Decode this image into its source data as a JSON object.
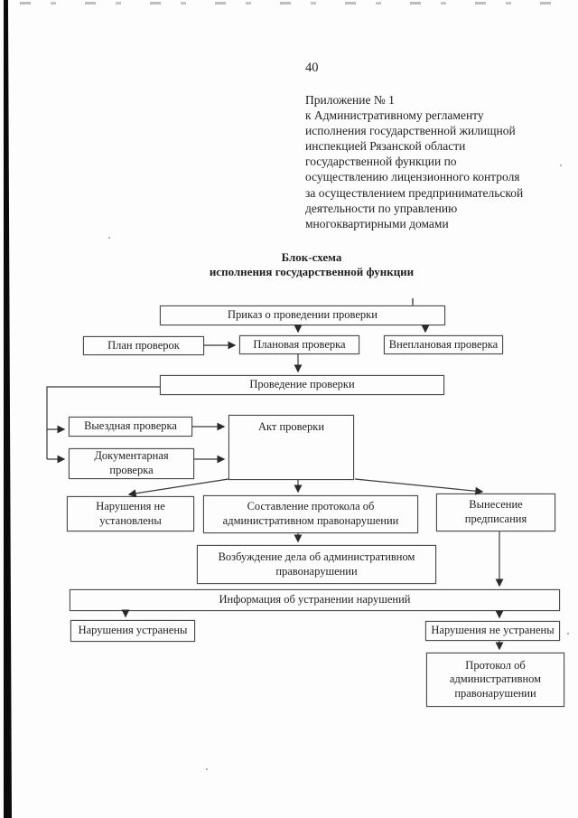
{
  "page_number": "40",
  "header_lines": [
    "Приложение № 1",
    "к Административному регламенту",
    "исполнения государственной жилищной",
    "инспекцией Рязанской области",
    "государственной функции по",
    "осуществлению лицензионного контроля",
    "за осуществлением предпринимательской",
    "деятельности по управлению",
    "многоквартирными домами"
  ],
  "title_lines": [
    "Блок-схема",
    "исполнения государственной функции"
  ],
  "flowchart": {
    "nodes": {
      "prikaz": "Приказ о проведении проверки",
      "plan": "План проверок",
      "planovaya": "Плановая проверка",
      "vneplanovaya": "Внеплановая проверка",
      "provedenie": "Проведение проверки",
      "vyezdnaya": "Выездная проверка",
      "dokumentarnaya": "Документарная проверка",
      "akt": "Акт проверки",
      "narusheniya_ne_ustanovleny": "Нарушения не установлены",
      "sostavlenie": "Составление протокола об административном правонарушении",
      "vynesenie": "Вынесение предписания",
      "vozbuzhdenie": "Возбуждение дела об административном правонарушении",
      "informaciya": "Информация об устранении нарушений",
      "ustraneny": "Нарушения устранены",
      "ne_ustraneny": "Нарушения не устранены",
      "protokol": "Протокол об административном правонарушении"
    }
  },
  "colors": {
    "ink": "#1f1f1f",
    "box_border": "#4d4d4d",
    "connector": "#333333",
    "scan_bar": "#0b0b0b",
    "background": "#fdfdfd"
  }
}
